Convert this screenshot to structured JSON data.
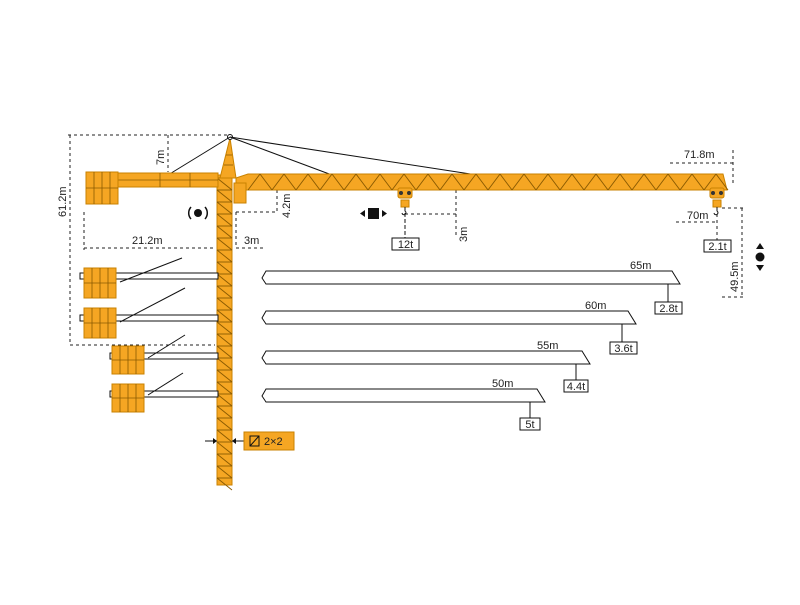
{
  "colors": {
    "crane": "#F5A623",
    "crane_dark": "#C98200",
    "line": "#111111",
    "dash": "#222222",
    "background": "#FFFFFF"
  },
  "dimensions": {
    "total_height": "61.2m",
    "top_peak": "7m",
    "jib_height": "4.2m",
    "counter_jib": "21.2m",
    "mast_offset": "3m",
    "max_radius": "71.8m",
    "tip_radius": "70m",
    "hook_drop": "3m",
    "hook_height": "49.5m"
  },
  "loads": {
    "max_load": "12t",
    "tip_load": "2.1t"
  },
  "jib_options": [
    {
      "length": "65m",
      "tip_load": "2.8t"
    },
    {
      "length": "60m",
      "tip_load": "3.6t"
    },
    {
      "length": "55m",
      "tip_load": "4.4t"
    },
    {
      "length": "50m",
      "tip_load": "5t"
    }
  ],
  "mast_section": {
    "label": "2×2"
  },
  "icons": {
    "slewing": "slewing-icon",
    "trolley": "trolley-travel-icon",
    "hoist": "hoist-icon"
  }
}
